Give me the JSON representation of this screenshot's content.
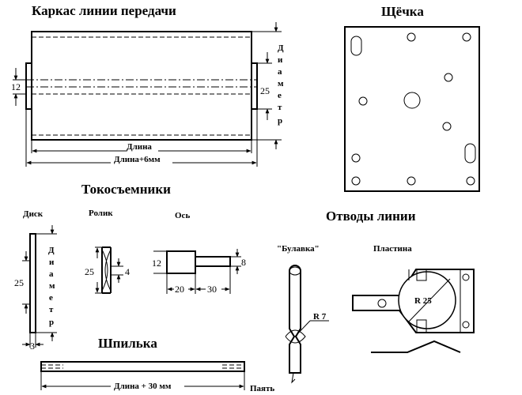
{
  "titles": {
    "frame": "Каркас  линии  передачи",
    "cheek": "Щёчка",
    "collectors": "Токосъемники",
    "taps": "Отводы линии",
    "pin": "Шпилька"
  },
  "subtitles": {
    "disk": "Диск",
    "roller": "Ролик",
    "axle": "Ось",
    "bulavka": "\"Булавка\"",
    "plate": "Пластина"
  },
  "frame_dims": {
    "d12": "12",
    "d25": "25",
    "length": "Длина",
    "length6": "Длина+6мм",
    "diameter_letters": [
      "Д",
      "и",
      "а",
      "м",
      "е",
      "т",
      "р"
    ]
  },
  "disk_dims": {
    "d25": "25",
    "d3": "3",
    "diameter_letters": [
      "Д",
      "и",
      "а",
      "м",
      "е",
      "т",
      "р"
    ]
  },
  "roller_dims": {
    "d25": "25",
    "d4": "4"
  },
  "axle_dims": {
    "d12": "12",
    "d8": "8",
    "d20": "20",
    "d30": "30"
  },
  "bulavka_dims": {
    "r7": "R 7"
  },
  "plate_dims": {
    "r25": "R 25"
  },
  "pin_dims": {
    "length30": "Длина + 30 мм",
    "solder": "Паять"
  }
}
